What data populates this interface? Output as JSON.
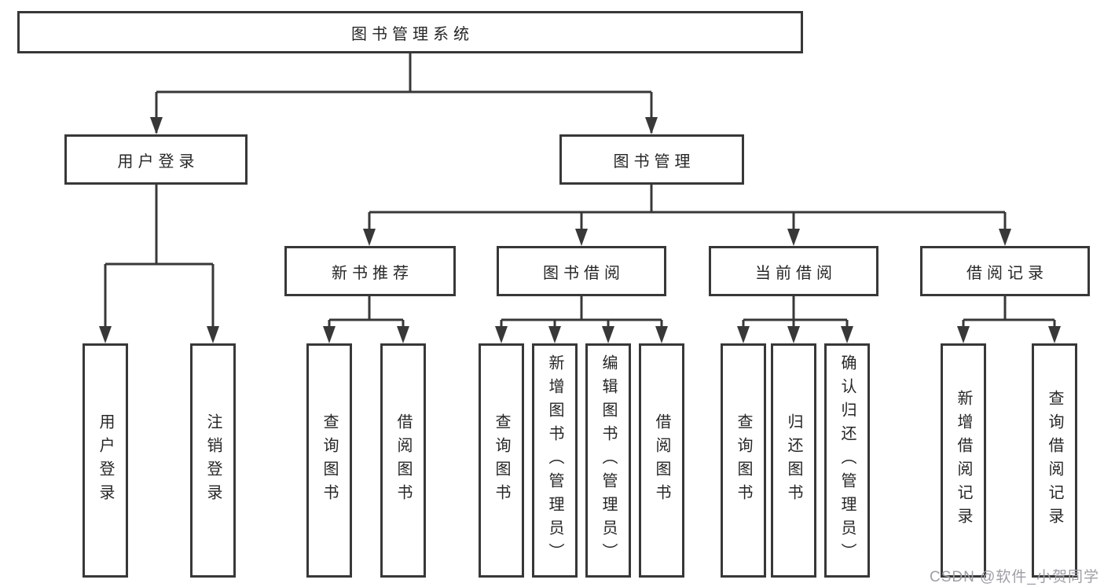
{
  "diagram": {
    "type": "hierarchy-tree",
    "title": "图书管理系统",
    "watermark": "CSDN @软件_小贺同学",
    "colors": {
      "line": "#383838",
      "box_border": "#383838",
      "box_fill": "#ffffff",
      "text": "#262626",
      "background": "#ffffff",
      "watermark_text": "#9e9ea6"
    },
    "nodes": {
      "root": "图书管理系统",
      "level2": {
        "user_login": "用户登录",
        "book_mgmt": "图书管理"
      },
      "level3": {
        "new_book_rec": "新书推荐",
        "book_borrow": "图书借阅",
        "current_borrow": "当前借阅",
        "borrow_records": "借阅记录"
      },
      "leaves": {
        "user_login": "用户登录",
        "logout": "注销登录",
        "rec_query_book": "查询图书",
        "rec_borrow_book": "借阅图书",
        "bb_query_book": "查询图书",
        "bb_add_book": "新增图书（管理员）",
        "bb_edit_book": "编辑图书（管理员）",
        "bb_borrow_book": "借阅图书",
        "cb_query_book": "查询图书",
        "cb_return_book": "归还图书",
        "cb_confirm_return": "确认归还（管理员）",
        "br_add_record": "新增借阅记录",
        "br_query_record": "查询借阅记录"
      }
    },
    "hierarchy": {
      "图书管理系统": {
        "用户登录": [
          "用户登录",
          "注销登录"
        ],
        "图书管理": {
          "新书推荐": [
            "查询图书",
            "借阅图书"
          ],
          "图书借阅": [
            "查询图书",
            "新增图书（管理员）",
            "编辑图书（管理员）",
            "借阅图书"
          ],
          "当前借阅": [
            "查询图书",
            "归还图书",
            "确认归还（管理员）"
          ],
          "借阅记录": [
            "新增借阅记录",
            "查询借阅记录"
          ]
        }
      }
    }
  }
}
